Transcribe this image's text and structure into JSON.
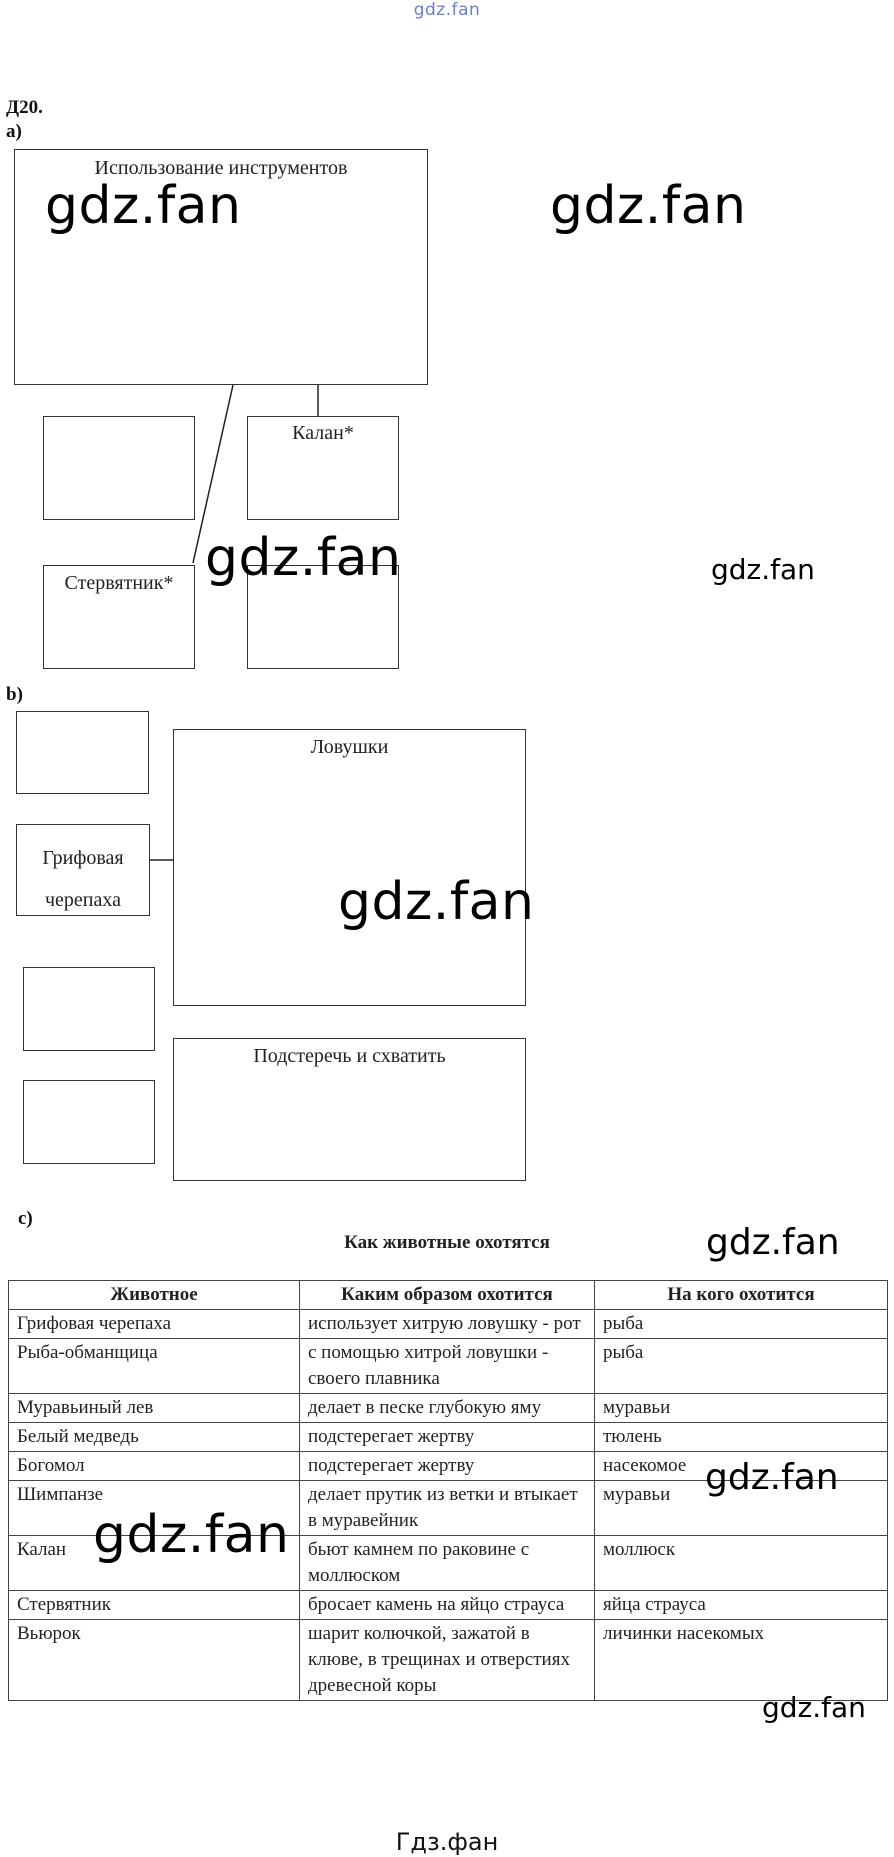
{
  "watermark_top": "gdz.fan",
  "watermark": "gdz.fan",
  "task_number": "Д20.",
  "part_a": {
    "label": "a)",
    "main_box": "Использование инструментов",
    "box_kalan": "Калан*",
    "box_stervyatnik": "Стервятник*"
  },
  "part_b": {
    "label": "b)",
    "box_traps": "Ловушки",
    "box_turtle": "Грифовая черепаха",
    "box_ambush": "Подстеречь и схватить"
  },
  "part_c": {
    "label": "c)",
    "title": "Как животные охотятся",
    "headers": [
      "Животное",
      "Каким образом охотится",
      "На кого охотится"
    ],
    "rows": [
      [
        "Грифовая черепаха",
        "использует хитрую ловушку - рот",
        "рыба"
      ],
      [
        "Рыба-обманщица",
        "с помощью хитрой ловушки - своего плавника",
        "рыба"
      ],
      [
        "Муравьиный лев",
        "делает в песке глубокую яму",
        "муравьи"
      ],
      [
        "Белый медведь",
        "подстерегает жертву",
        "тюлень"
      ],
      [
        "Богомол",
        "подстерегает жертву",
        "насекомое"
      ],
      [
        "Шимпанзе",
        "делает прутик из ветки и втыкает в муравейник",
        "муравьи"
      ],
      [
        "Калан",
        "бьют камнем по раковине с моллюском",
        "моллюск"
      ],
      [
        "Стервятник",
        "бросает камень на яйцо страуса",
        "яйца страуса"
      ],
      [
        "Вьюрок",
        "шарит колючкой, зажатой в клюве, в трещинах и отверстиях древесной коры",
        "личинки насекомых"
      ]
    ]
  },
  "footer": "Гдз.фан"
}
